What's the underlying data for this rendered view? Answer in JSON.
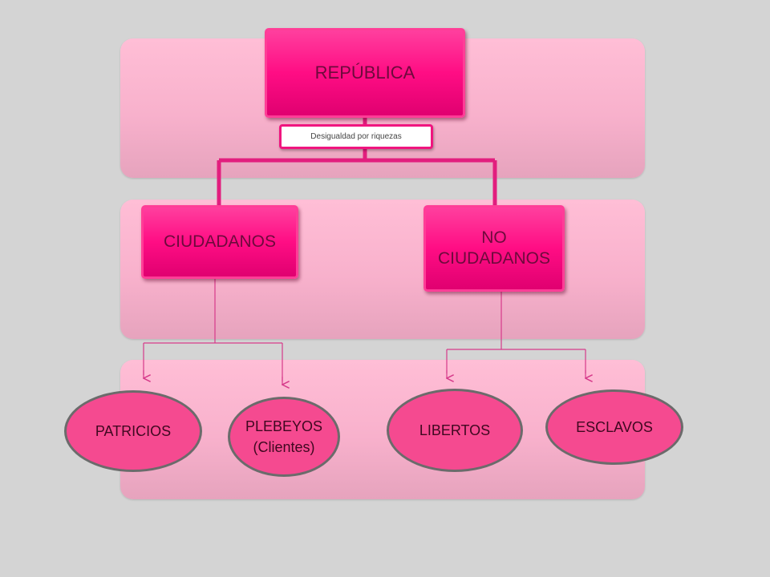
{
  "diagram": {
    "root": "REPÚBLICA",
    "connector_label": "Desigualdad por riquezas",
    "groups": [
      {
        "label": "CIUDADANOS",
        "children": [
          {
            "line1": "PATRICIOS",
            "line2": ""
          },
          {
            "line1": "PLEBEYOS",
            "line2": "(Clientes)"
          }
        ]
      },
      {
        "label": "NO CIUDADANOS",
        "children": [
          {
            "line1": "LIBERTOS",
            "line2": ""
          },
          {
            "line1": "ESCLAVOS",
            "line2": ""
          }
        ]
      }
    ]
  },
  "colors": {
    "background": "#d4d4d4",
    "band": "#ffbed6",
    "node_fill": "#ff0d84",
    "oval_fill": "#f54a90",
    "connector": "#e21e7e"
  }
}
